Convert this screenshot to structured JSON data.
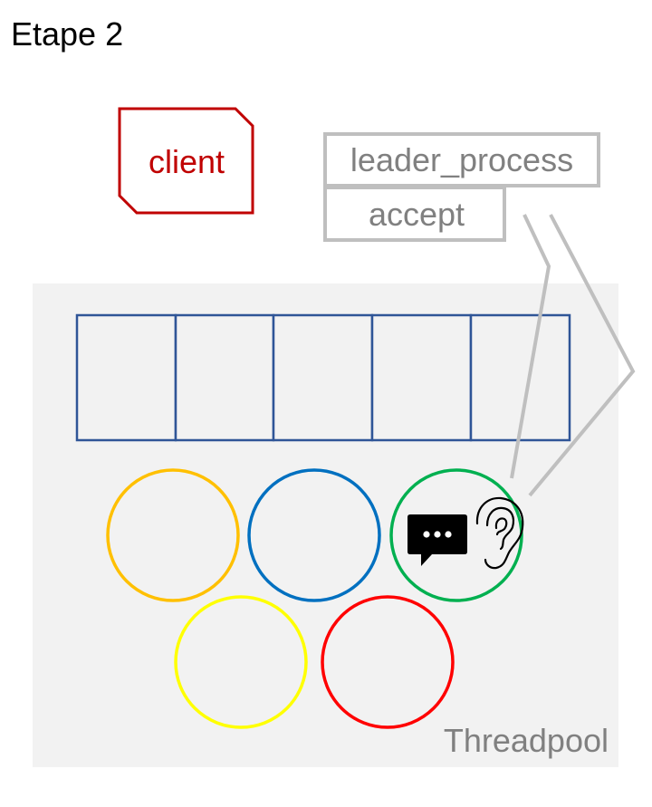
{
  "title": "Etape 2",
  "client": {
    "label": "client",
    "color": "#C00000"
  },
  "leader_process": {
    "label": "leader_process",
    "color": "#BFBFBF",
    "text_color": "#808080"
  },
  "accept": {
    "label": "accept"
  },
  "threadpool": {
    "label": "Threadpool",
    "background": "#F2F2F2",
    "text_color": "#808080"
  },
  "queue": {
    "slots": 5,
    "color": "#2F5597"
  },
  "threads": [
    {
      "color": "#FFC000"
    },
    {
      "color": "#0070C0"
    },
    {
      "color": "#00B050",
      "icons": [
        "speech-bubble-icon",
        "ear-icon"
      ]
    },
    {
      "color": "#FFFF00"
    },
    {
      "color": "#FF0000"
    }
  ],
  "connector_color": "#BFBFBF"
}
